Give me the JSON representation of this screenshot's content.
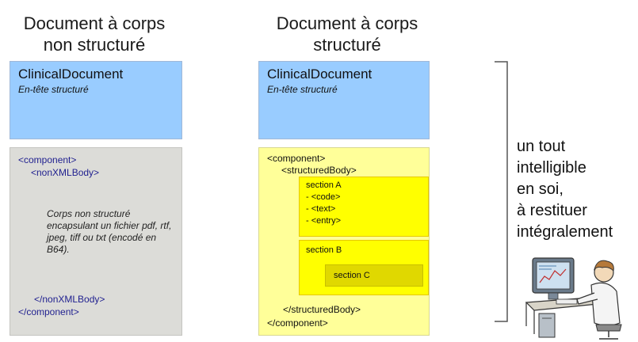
{
  "left_panel": {
    "title_line1": "Document à corps",
    "title_line2": "non structuré",
    "header_title": "ClinicalDocument",
    "header_subtitle": "En-tête structuré",
    "body": {
      "component_open": "<component>",
      "nonxml_open": "<nonXMLBody>",
      "description": "Corps non structuré encapsulant un fichier pdf, rtf, jpeg, tiff ou txt (encodé en B64).",
      "nonxml_close": "</nonXMLBody>",
      "component_close": "</component>"
    }
  },
  "right_panel": {
    "title_line1": "Document à corps",
    "title_line2": "structuré",
    "header_title": "ClinicalDocument",
    "header_subtitle": "En-tête structuré",
    "body": {
      "component_open": "<component>",
      "structured_open": "<structuredBody>",
      "section_a": {
        "title": "section A",
        "lines": [
          "- <code>",
          "- <text>",
          "- <entry>"
        ]
      },
      "section_b": {
        "title": "section B"
      },
      "section_c": {
        "title": "section C"
      },
      "structured_close": "</structuredBody>",
      "component_close": "</component>"
    }
  },
  "bracket_note": {
    "lines": [
      "un tout",
      "intelligible",
      "en soi,",
      "à restituer",
      "intégralement"
    ]
  },
  "colors": {
    "header_blue": "#99ccff",
    "unstructured_body_gray": "#dcdcd8",
    "structured_body_yellow": "#ffff99",
    "section_yellow": "#ffff00",
    "nested_section_olive": "#e0d800",
    "tag_text_blue": "#1f1f8f"
  },
  "illustration": {
    "icon": "clinician-at-computer-icon"
  }
}
